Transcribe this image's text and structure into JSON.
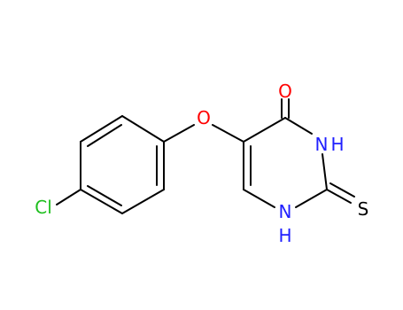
{
  "molecule": {
    "atoms": {
      "chlorine": {
        "label": "Cl",
        "color": "#1fbf1f"
      },
      "ether_oxygen": {
        "label": "O",
        "color": "#ff0000"
      },
      "carbonyl_oxygen": {
        "label": "O",
        "color": "#ff0000"
      },
      "nh_upper_n": {
        "label": "N",
        "color": "#2020ff"
      },
      "nh_upper_h": {
        "label": "H",
        "color": "#2020ff"
      },
      "nh_lower_n": {
        "label": "N",
        "color": "#2020ff"
      },
      "nh_lower_h": {
        "label": "H",
        "color": "#2020ff"
      },
      "sulfur": {
        "label": "S",
        "color": "#000000"
      }
    }
  }
}
